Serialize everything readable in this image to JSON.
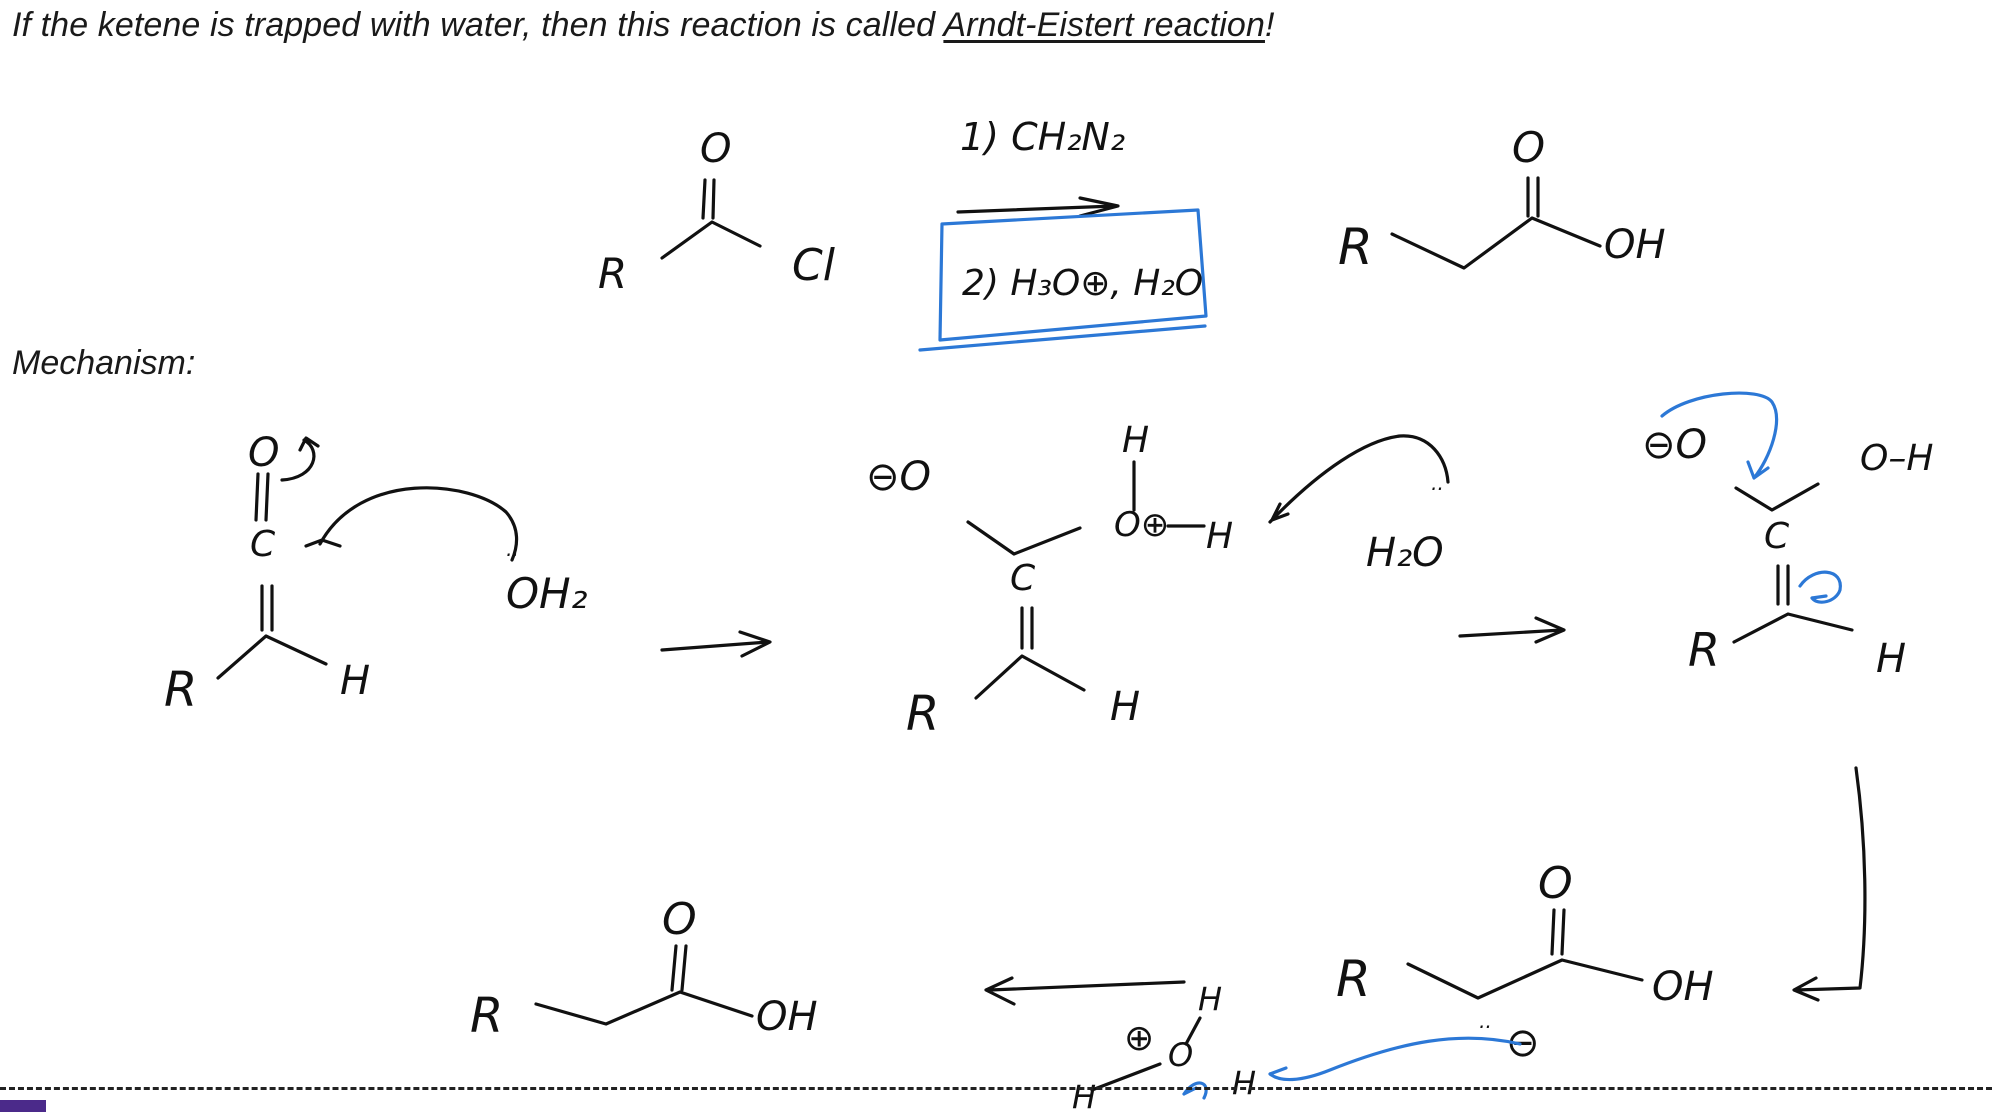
{
  "heading": {
    "prefix": "If the ketene is trapped with water, then this reaction is called ",
    "link": "Arndt-Eistert reaction",
    "suffix": "!"
  },
  "mechanism_label": "Mechanism:",
  "reaction": {
    "reagent_1": "1) CH₂N₂",
    "reagent_2": "2) H₃O⊕, H₂O",
    "acid_chloride_leaving": "Cl",
    "r_group": "R",
    "product_oh": "OH",
    "oxygen": "O"
  },
  "mechanism": {
    "ketene": {
      "o": "O",
      "c": "C",
      "r": "R",
      "h": "H"
    },
    "nucleophile": "OH₂",
    "intermediate1": {
      "o_minus": "⊖O",
      "c": "C",
      "r": "R",
      "h": "H",
      "oxonium": "O⊕",
      "h_top": "H",
      "h_right": "H"
    },
    "water": "H₂O",
    "enolate": {
      "o_minus": "⊖O",
      "oh": "O–H",
      "c": "C",
      "r": "R",
      "h": "H"
    },
    "carboxylate_intermediate": {
      "o": "O",
      "r": "R",
      "oh": "OH",
      "carbanion": "⊖"
    },
    "hydronium": {
      "o": "O",
      "charge": "⊕",
      "h_top": "H",
      "h_left": "H",
      "h_right": "H"
    },
    "final_product": {
      "o": "O",
      "r": "R",
      "oh": "OH"
    }
  },
  "colors": {
    "ink": "#111111",
    "annotation_blue": "#2c78d6",
    "corner_tab": "#4b2a8a"
  }
}
